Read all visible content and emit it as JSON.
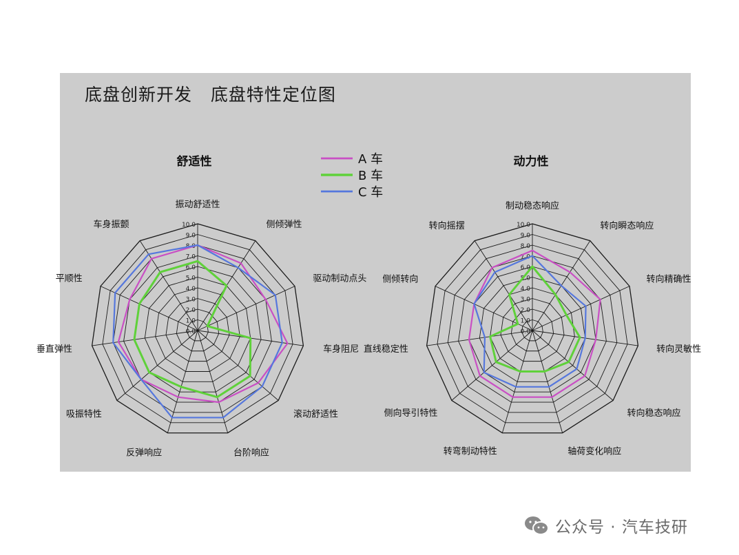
{
  "title": "底盘创新开发   底盘特性定位图",
  "watermark": "公众号 · 汽车技研",
  "legend": [
    {
      "name": "A 车",
      "color": "#c94fc4"
    },
    {
      "name": "B 车",
      "color": "#5fd13a"
    },
    {
      "name": "C 车",
      "color": "#5577dd"
    }
  ],
  "chart_data": [
    {
      "type": "radar",
      "title": "舒适性",
      "axes": [
        "振动舒适性",
        "侧倾弹性",
        "驱动制动点头",
        "车身阻尼",
        "滚动舒适性",
        "台阶响应",
        "反弹响应",
        "吸振特性",
        "垂直弹性",
        "平顺性",
        "车身振颤"
      ],
      "ticks": [
        "0.0",
        "1.0",
        "2.0",
        "3.0",
        "4.0",
        "5.0",
        "6.0",
        "7.0",
        "8.0",
        "9.0",
        "10.0"
      ],
      "range": [
        0,
        10
      ],
      "grid": true,
      "series": [
        {
          "name": "A 车",
          "color": "#c94fc4",
          "values": [
            8.0,
            7.5,
            7.0,
            8.5,
            7.5,
            7.0,
            6.5,
            7.0,
            7.5,
            7.0,
            8.0
          ]
        },
        {
          "name": "B 车",
          "color": "#5fd13a",
          "values": [
            6.5,
            5.0,
            1.0,
            5.0,
            6.5,
            6.5,
            5.5,
            6.0,
            6.0,
            6.0,
            6.5
          ]
        },
        {
          "name": "C 车",
          "color": "#5577dd",
          "values": [
            8.0,
            7.0,
            8.0,
            8.0,
            8.0,
            8.5,
            8.5,
            7.0,
            8.0,
            8.5,
            8.5
          ]
        }
      ]
    },
    {
      "type": "radar",
      "title": "动力性",
      "axes": [
        "制动稳态响应",
        "转向瞬态响应",
        "转向精确性",
        "转向灵敏性",
        "转向稳态响应",
        "轴荷变化响应",
        "转弯制动特性",
        "侧向导引特性",
        "直线稳定性",
        "侧倾转向",
        "转向摇摆"
      ],
      "ticks": [
        "0.0",
        "1.0",
        "2.0",
        "3.0",
        "4.0",
        "5.0",
        "6.0",
        "7.0",
        "8.0",
        "9.0",
        "10.0"
      ],
      "range": [
        0,
        10
      ],
      "grid": true,
      "series": [
        {
          "name": "A 车",
          "color": "#c94fc4",
          "values": [
            7.5,
            6.5,
            7.0,
            6.0,
            6.5,
            6.5,
            6.5,
            6.5,
            6.0,
            6.0,
            7.0
          ]
        },
        {
          "name": "B 车",
          "color": "#5fd13a",
          "values": [
            6.0,
            4.0,
            3.5,
            4.5,
            4.5,
            4.0,
            4.0,
            4.5,
            4.0,
            1.5,
            4.0
          ]
        },
        {
          "name": "C 车",
          "color": "#5577dd",
          "values": [
            7.0,
            5.0,
            5.5,
            5.0,
            5.5,
            5.5,
            5.5,
            6.0,
            4.5,
            6.0,
            6.5
          ]
        }
      ]
    }
  ]
}
